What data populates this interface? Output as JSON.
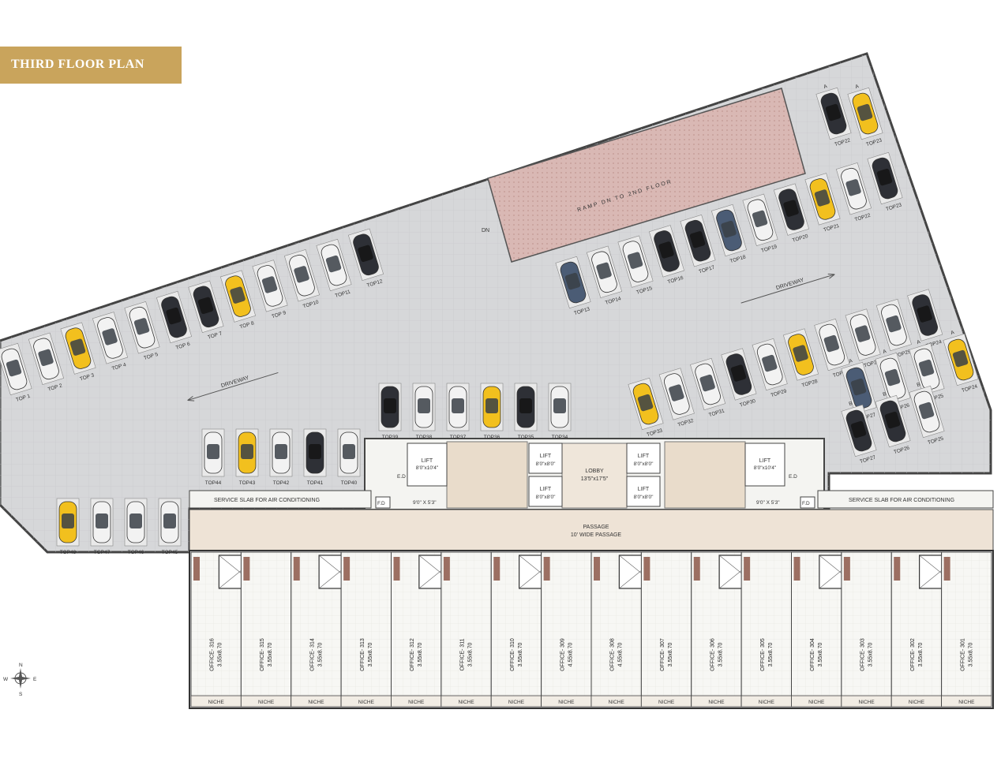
{
  "title": "THIRD FLOOR PLAN",
  "ramp": "RAMP DN TO 2ND FLOOR",
  "dn": "DN",
  "driveway": "DRIVEWAY",
  "lobby": "LOBBY",
  "lobby_size": "13'5\"x17'5\"",
  "passage": "PASSAGE",
  "passage_note": "10' WIDE PASSAGE",
  "service_slab": "SERVICE SLAB FOR AIR CONDITIONING",
  "lift": "LIFT",
  "lift_big_size": "8'0\"x10'4\"",
  "lift_small_size": "8'0\"x8'0\"",
  "ed": "E.D",
  "fd": "F.D",
  "duct_size": "9'0\" X 5'3\"",
  "niche": "NICHE",
  "compass": {
    "n": "N",
    "s": "S",
    "w": "W",
    "e": "E"
  },
  "car_colors": {
    "yellow": "#f2c01e",
    "black": "#2e3036",
    "white": "#f2f2f2",
    "silver": "#c8c8c8",
    "blue": "#4b5c75"
  },
  "cars_row_top": [
    {
      "label": "TOP 1",
      "color": "white"
    },
    {
      "label": "TOP 2",
      "color": "white"
    },
    {
      "label": "TOP 3",
      "color": "yellow"
    },
    {
      "label": "TOP 4",
      "color": "white"
    },
    {
      "label": "TOP 5",
      "color": "white"
    },
    {
      "label": "TOP 6",
      "color": "black"
    },
    {
      "label": "TOP 7",
      "color": "black"
    },
    {
      "label": "TOP 8",
      "color": "yellow"
    },
    {
      "label": "TOP 9",
      "color": "white"
    },
    {
      "label": "TOP10",
      "color": "white"
    },
    {
      "label": "TOP11",
      "color": "white"
    },
    {
      "label": "TOP12",
      "color": "black"
    }
  ],
  "cars_row_right_upper": [
    {
      "label": "TOP13",
      "color": "blue"
    },
    {
      "label": "TOP14",
      "color": "white"
    },
    {
      "label": "TOP15",
      "color": "white"
    },
    {
      "label": "TOP16",
      "color": "black"
    },
    {
      "label": "TOP17",
      "color": "black"
    },
    {
      "label": "TOP18",
      "color": "blue"
    },
    {
      "label": "TOP19",
      "color": "white"
    },
    {
      "label": "TOP20",
      "color": "black"
    },
    {
      "label": "TOP21",
      "color": "yellow"
    },
    {
      "label": "TOP22",
      "color": "white"
    },
    {
      "label": "TOP23",
      "color": "black"
    }
  ],
  "cars_corner_top": [
    {
      "label": "TOP22",
      "sub": "A",
      "color": "black"
    },
    {
      "label": "TOP23",
      "sub": "A",
      "color": "yellow"
    }
  ],
  "cars_row_right_lower": [
    {
      "label": "TOP33",
      "color": "yellow"
    },
    {
      "label": "TOP32",
      "color": "white"
    },
    {
      "label": "TOP31",
      "color": "white"
    },
    {
      "label": "TOP30",
      "color": "black"
    },
    {
      "label": "TOP29",
      "color": "white"
    },
    {
      "label": "TOP28",
      "color": "yellow"
    },
    {
      "label": "TOP27",
      "color": "white"
    },
    {
      "label": "TOP26",
      "color": "white"
    },
    {
      "label": "TOP25",
      "color": "white"
    },
    {
      "label": "TOP24",
      "color": "black"
    }
  ],
  "cars_corner_bottom": [
    {
      "label": "TOP27",
      "sub": "A",
      "color": "blue"
    },
    {
      "label": "TOP26",
      "sub": "A",
      "color": "white"
    },
    {
      "label": "TOP25",
      "sub": "A",
      "color": "white"
    },
    {
      "label": "TOP24",
      "sub": "A",
      "color": "yellow"
    },
    {
      "label": "TOP27",
      "sub": "B",
      "color": "black"
    },
    {
      "label": "TOP26",
      "sub": "B",
      "color": "black"
    },
    {
      "label": "TOP25",
      "sub": "B",
      "color": "white"
    }
  ],
  "cars_middle": [
    {
      "label": "TOP39",
      "color": "black"
    },
    {
      "label": "TOP38",
      "color": "white"
    },
    {
      "label": "TOP37",
      "color": "white"
    },
    {
      "label": "TOP36",
      "color": "yellow"
    },
    {
      "label": "TOP35",
      "color": "black"
    },
    {
      "label": "TOP34",
      "color": "white"
    }
  ],
  "cars_left_mid": [
    {
      "label": "TOP44",
      "color": "white"
    },
    {
      "label": "TOP43",
      "color": "yellow"
    },
    {
      "label": "TOP42",
      "color": "white"
    },
    {
      "label": "TOP41",
      "color": "black"
    },
    {
      "label": "TOP40",
      "color": "white"
    }
  ],
  "cars_left_low": [
    {
      "label": "TOP48",
      "color": "yellow"
    },
    {
      "label": "TOP47",
      "color": "white"
    },
    {
      "label": "TOP46",
      "color": "white"
    },
    {
      "label": "TOP45",
      "color": "white"
    }
  ],
  "offices": [
    {
      "name": "OFFICE- 316",
      "size": "3.55x8.70"
    },
    {
      "name": "OFFICE- 315",
      "size": "3.55x8.70"
    },
    {
      "name": "OFFICE- 314",
      "size": "3.55x8.70"
    },
    {
      "name": "OFFICE- 313",
      "size": "3.55x8.70"
    },
    {
      "name": "OFFICE- 312",
      "size": "3.55x8.70"
    },
    {
      "name": "OFFICE- 311",
      "size": "3.55x8.70"
    },
    {
      "name": "OFFICE- 310",
      "size": "3.55x8.70"
    },
    {
      "name": "OFFICE- 309",
      "size": "4.55x8.70"
    },
    {
      "name": "OFFICE- 308",
      "size": "4.55x8.70"
    },
    {
      "name": "OFFICE- 307",
      "size": "3.55x8.70"
    },
    {
      "name": "OFFICE- 306",
      "size": "3.55x8.70"
    },
    {
      "name": "OFFICE- 305",
      "size": "3.55x8.70"
    },
    {
      "name": "OFFICE- 304",
      "size": "3.55x8.70"
    },
    {
      "name": "OFFICE- 303",
      "size": "3.55x8.70"
    },
    {
      "name": "OFFICE- 302",
      "size": "3.55x8.70"
    },
    {
      "name": "OFFICE- 301",
      "size": "3.55x8.70"
    }
  ]
}
